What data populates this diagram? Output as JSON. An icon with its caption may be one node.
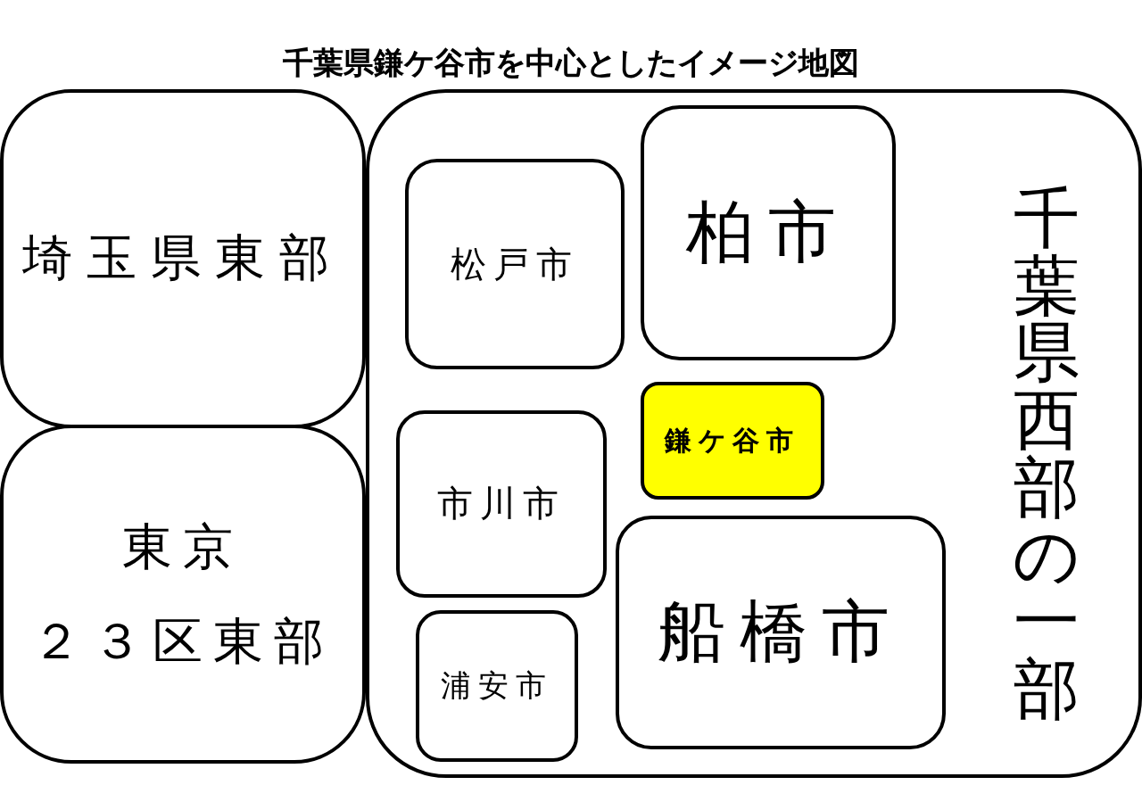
{
  "diagram": {
    "title": "千葉県鎌ケ谷市を中心としたイメージ地図",
    "nodes": [
      {
        "text": [
          "埼玉県東部"
        ]
      },
      {
        "text": [
          "東京２３区東部"
        ]
      },
      {
        "text": [
          "千葉県西部の一部"
        ]
      },
      {
        "text": [
          "松戸市"
        ],
        "in": 2
      },
      {
        "text": [
          "柏市"
        ],
        "in": 2
      },
      {
        "text": [
          "鎌ケ谷市"
        ],
        "in": 2
      },
      {
        "text": [
          "市川市"
        ],
        "in": 2
      },
      {
        "text": [
          "船橋市"
        ],
        "in": 2
      },
      {
        "text": [
          "浦安市"
        ],
        "in": 2
      }
    ]
  }
}
